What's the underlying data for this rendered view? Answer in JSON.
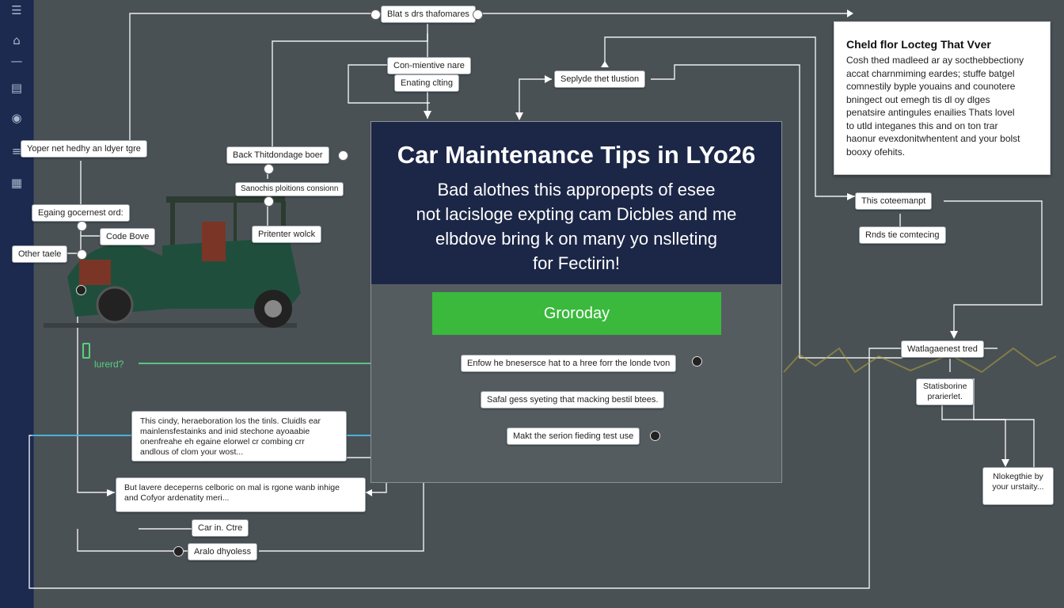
{
  "sidebar": {
    "icons": [
      "menu-icon",
      "home-icon",
      "divider-icon",
      "document-icon",
      "location-pin-icon",
      "list-icon",
      "calculator-icon"
    ]
  },
  "hero": {
    "title": "Car Maintenance Tips in LYo26",
    "body": "Bad alothes this appropepts of esee\nnot lacisloge expting cam Dicbles and me\nelbdove bring k on many yo nslleting\nfor Fectirin!",
    "cta": "Grorоday"
  },
  "info_card": {
    "title": "Cheld flor Locteg That Vver",
    "body": "Cosh thed madleed ar ay socthebbectiony\naccat charnmiming eardes; stuffe batgel\ncomnestily byple youains and counotere\nbningect out emegh tis dl oy dlges\npenatsire antingules enailies Thats lovel\nto utld integanes this and on ton trar\nhaonur evexdonitwhentent and your bolst\nbooxy ofehits."
  },
  "nodes": {
    "top": "Blat s drs thafomares",
    "commentive": "Con-mientive nare",
    "ending": "Enating clting",
    "sepyde": "Seplyde thet tlustion",
    "yoper": "Yoper net hedhy an ldyer tgre",
    "back": "Back Thitdondage boer",
    "sanochs": "Sanochis ploitions consionn",
    "egaing": "Egaing gocernest ord:",
    "code_bove": "Code Bove",
    "other_tale": "Other taele",
    "pritenter": "Pritenter wolck",
    "this_cote": "This coteemanpt",
    "rmds": "Rnds tie comtecing",
    "watlaged": "Watlagaenest tred",
    "statisborine": "Statisborine\nprarierlet.",
    "nlokegthie": "Nlokegthie by\nyour urstaity...",
    "enfow": "Enfow he bnesersce hat to a hree forr the londe tvon",
    "safal": "Safal gess syeting that macking bestil btees.",
    "makt": "Makt the serion fieding test use",
    "this_cindy": "This cindy, heraeboration los the tinls. Cluidls ear\nmainlensfestainks and inid stechone ayoaabie\nonenfreahe eh egaine elorwel cr combing crr\nandlous of clom your wost...",
    "but_lavere": "But lavere deceperns celboric on mal is rgone wanb inhige\nand Cofyor ardenatity meri...",
    "car_in": "Car in. Ctre",
    "aralo": "Aralo dhyoless"
  },
  "tag": {
    "label": "lurerd?"
  }
}
